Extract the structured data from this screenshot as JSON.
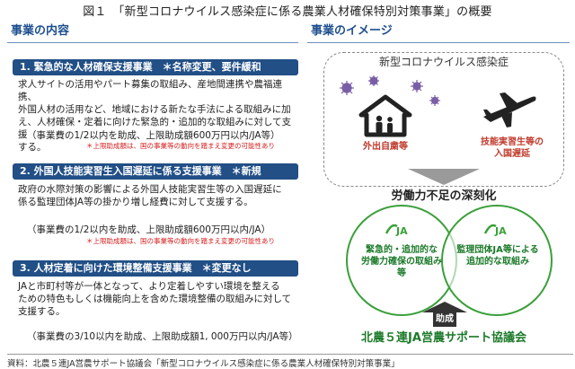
{
  "figure_title": "図１　「新型コロナウイルス感染症に係る農業人材確保特別対策事業」の概要",
  "left": {
    "heading": "事業の内容",
    "items": [
      {
        "title": "1. 緊急的な人材確保支援事業　＊名称変更、要件緩和",
        "lines": [
          "求人サイトの活用やパート募集の取組み、産地間連携や農福連携、",
          "外国人材の活用など、地域における新たな手法による取組みに加",
          "え、人材確保・定着に向けた緊急的・追加的な取組みに対して支援",
          "する。"
        ],
        "cost": "（事業費の1/2以内を助成、上限助成額600万円以内/JA等）",
        "note": "＊上限助成額は、国の事業等の動向を踏まえ変更の可能性あり"
      },
      {
        "title": "2. 外国人技能実習生入国遅延に係る支援事業　＊新規",
        "lines": [
          "政府の水際対策の影響による外国人技能実習生等の入国遅延に",
          "係る監理団体JA等の掛かり増し経費に対して支援する。"
        ],
        "cost": "（事業費の1/2以内を助成、上限助成額600万円以内/JA）",
        "note": "＊上限助成額は、国の事業等の動向を踏まえ変更の可能性あり"
      },
      {
        "title": "3. 人材定着に向けた環境整備支援事業　＊変更なし",
        "lines": [
          "JAと市町村等が一体となって、より定着しやすい環境を整える",
          "ための特色もしくは機能向上を含めた環境整備の取組みに対して",
          "支援する。"
        ],
        "cost": "（事業費の3/10以内を助成、上限助成額1, 000万円以内/JA等）"
      }
    ]
  },
  "right": {
    "heading": "事業のイメージ",
    "corona_label": "新型コロナウイルス感染症",
    "icon_left_caption": "外出自粛等",
    "icon_right_caption": [
      "技能実習生等の",
      "入国遅延"
    ],
    "shortage": "労働力不足の深刻化",
    "circle_left": [
      "緊急的・追加的な",
      "労働力確保の取組み",
      "等"
    ],
    "circle_right": [
      "監理団体JA等による",
      "追加的な取組み"
    ],
    "support_label": "助成",
    "council": "北農５連JA営農サポート協議会",
    "ja_logo_text": "JA"
  },
  "source": "資料：北農５連JA営農サポート協議会「新型コロナウイルス感染症に係る農業人材確保特別対策事業」",
  "colors": {
    "navy": "#214f86",
    "green": "#3aa03a",
    "red_note": "#d62020",
    "virus": "#7b5ea7"
  }
}
